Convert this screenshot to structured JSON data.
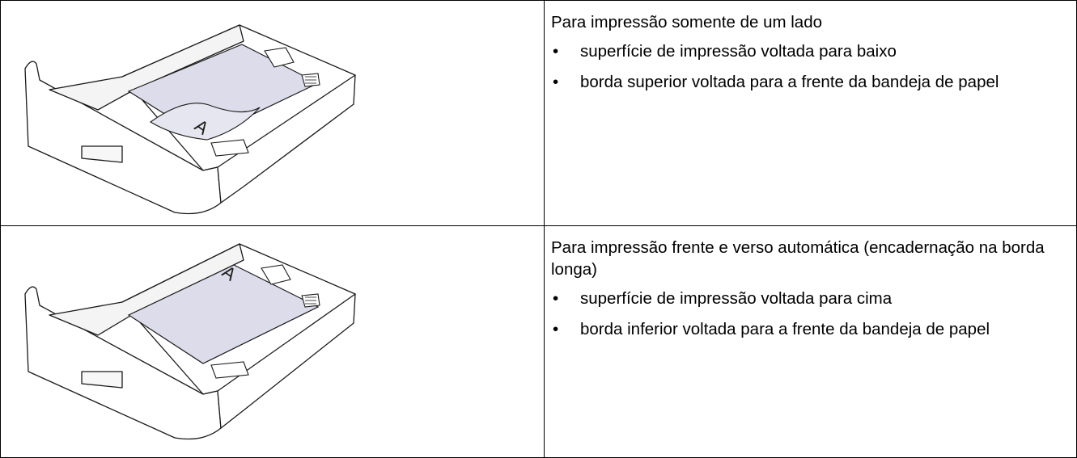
{
  "rows": [
    {
      "heading": "Para impressão somente de um lado",
      "bullets": [
        "superfície de impressão voltada para baixo",
        "borda superior voltada para a frente da bandeja de papel"
      ],
      "illustration": {
        "icon": "paper-tray-face-down-icon",
        "paper_letter": "A",
        "paper_color": "#dcdcea"
      }
    },
    {
      "heading": "Para impressão frente e verso automática (encadernação na borda longa)",
      "bullets": [
        "superfície de impressão voltada para cima",
        "borda inferior voltada para a frente da bandeja de papel"
      ],
      "illustration": {
        "icon": "paper-tray-face-up-icon",
        "paper_letter": "A",
        "paper_color": "#dcdcea"
      }
    }
  ],
  "bullet_symbol": "•"
}
